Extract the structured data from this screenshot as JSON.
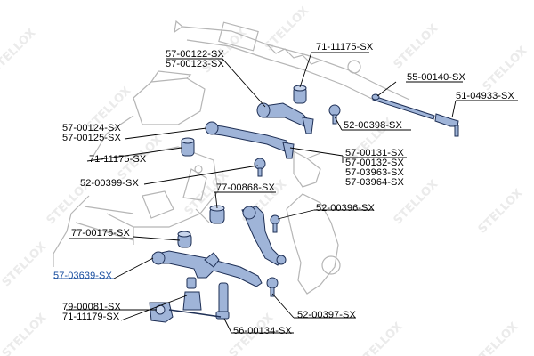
{
  "watermark": {
    "text": "STELLOX"
  },
  "colors": {
    "part_fill": "#9fb4d8",
    "part_stroke": "#1e2f55",
    "ghost_stroke": "#b9b9b9",
    "leader": "#000000",
    "highlight_label": "#1a4fa0"
  },
  "labels": {
    "l_57_00122": "57-00122-SX",
    "l_57_00123": "57-00123-SX",
    "l_71_11175_top": "71-11175-SX",
    "l_55_00140": "55-00140-SX",
    "l_51_04933": "51-04933-SX",
    "l_52_00398": "52-00398-SX",
    "l_57_00124": "57-00124-SX",
    "l_57_00125": "57-00125-SX",
    "l_71_11175_mid": "71-11175-SX",
    "l_57_00131": "57-00131-SX",
    "l_57_00132": "57-00132-SX",
    "l_57_03963": "57-03963-SX",
    "l_57_03964": "57-03964-SX",
    "l_52_00399": "52-00399-SX",
    "l_77_00868": "77-00868-SX",
    "l_52_00396": "52-00396-SX",
    "l_77_00175": "77-00175-SX",
    "l_57_03639": "57-03639-SX",
    "l_79_00081": "79-00081-SX",
    "l_71_11179": "71-11179-SX",
    "l_52_00397": "52-00397-SX",
    "l_56_00134": "56-00134-SX"
  }
}
